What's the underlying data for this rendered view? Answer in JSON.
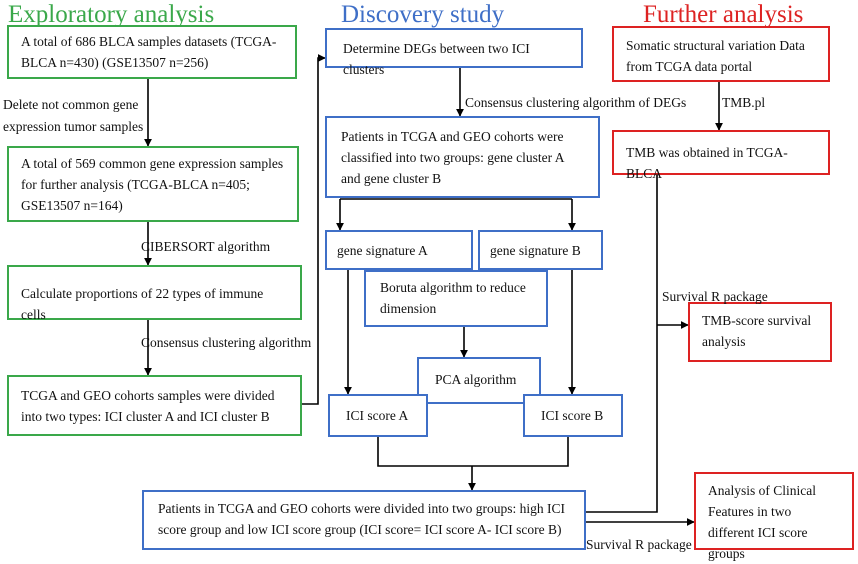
{
  "headers": {
    "exploratory": "Exploratory analysis",
    "discovery": "Discovery study",
    "further": "Further analysis"
  },
  "colors": {
    "exploratory": "#3aa84a",
    "discovery": "#3f6fc7",
    "further": "#dd2222"
  },
  "boxes": {
    "samples_total": "A total of 686 BLCA samples datasets (TCGA-BLCA n=430) (GSE13507 n=256)",
    "common_samples": "A total of 569 common gene expression samples for further analysis (TCGA-BLCA n=405; GSE13507 n=164)",
    "proportions": "Calculate proportions of 22 types of immune cells",
    "ici_clusters": "TCGA and GEO cohorts samples were divided into two types: ICI cluster A and ICI cluster B",
    "determine_degs": "Determine DEGs between two ICI clusters",
    "gene_clusters": "Patients in TCGA and GEO cohorts were classified into two groups: gene cluster A and gene cluster B",
    "gene_sig_a": "gene signature A",
    "gene_sig_b": "gene signature B",
    "boruta": "Boruta algorithm to reduce dimension",
    "pca": "PCA algorithm",
    "ici_score_a": "ICI score A",
    "ici_score_b": "ICI score B",
    "score_groups": "Patients in TCGA and GEO cohorts were divided into two groups: high ICI score group and low ICI score group (ICI score= ICI score A- ICI score B)",
    "somatic": "Somatic structural variation Data from TCGA data portal",
    "tmb": "TMB was obtained in TCGA-BLCA",
    "tmb_survival": "TMB-score survival analysis",
    "clinical": "Analysis of Clinical Features in two different ICI score groups"
  },
  "labels": {
    "delete_samples": "Delete not common gene expression tumor samples",
    "cibersort": "CIBERSORT algorithm",
    "consensus_clustering": "Consensus clustering algorithm",
    "consensus_degs": "Consensus clustering algorithm of DEGs",
    "tmb_pl": "TMB.pl",
    "survival_r_1": "Survival R package",
    "survival_r_2": "Survival R package"
  }
}
